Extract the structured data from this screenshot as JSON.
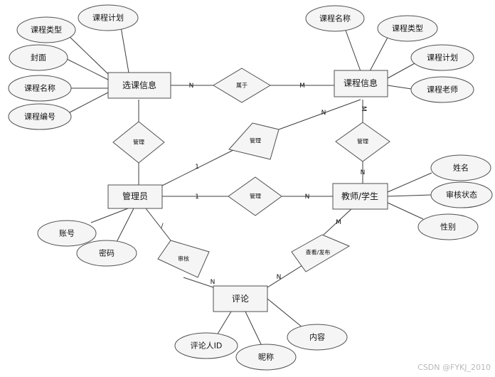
{
  "entities": {
    "course_selection": "选课信息",
    "course": "课程信息",
    "admin": "管理员",
    "teacher_student": "教师/学生",
    "comment": "评论"
  },
  "attributes": {
    "cs_type": "课程类型",
    "cs_plan": "课程计划",
    "cs_cover": "封面",
    "cs_name": "课程名称",
    "cs_number": "课程编号",
    "c_name": "课程名称",
    "c_type": "课程类型",
    "c_plan": "课程计划",
    "c_teacher": "课程老师",
    "ts_name": "姓名",
    "ts_review": "审核状态",
    "ts_gender": "性别",
    "a_account": "账号",
    "a_password": "密码",
    "cm_commenter": "评论人ID",
    "cm_nickname": "昵称",
    "cm_content": "内容"
  },
  "relationships": {
    "belongs": "属于",
    "manage_cs": "管理",
    "manage_course": "管理",
    "manage_ts_right": "管理",
    "manage_admin_ts": "管理",
    "review": "审核",
    "view_publish": "查看/发布"
  },
  "cardinalities": {
    "c1": "N",
    "c2": "M",
    "c3": "N",
    "c4": "1",
    "c5": "M",
    "c6": "N",
    "c7": "1",
    "c8": "N",
    "c9": "/",
    "c10": "N",
    "c11": "M",
    "c12": "N"
  },
  "watermark": "CSDN @FYKJ_2010"
}
